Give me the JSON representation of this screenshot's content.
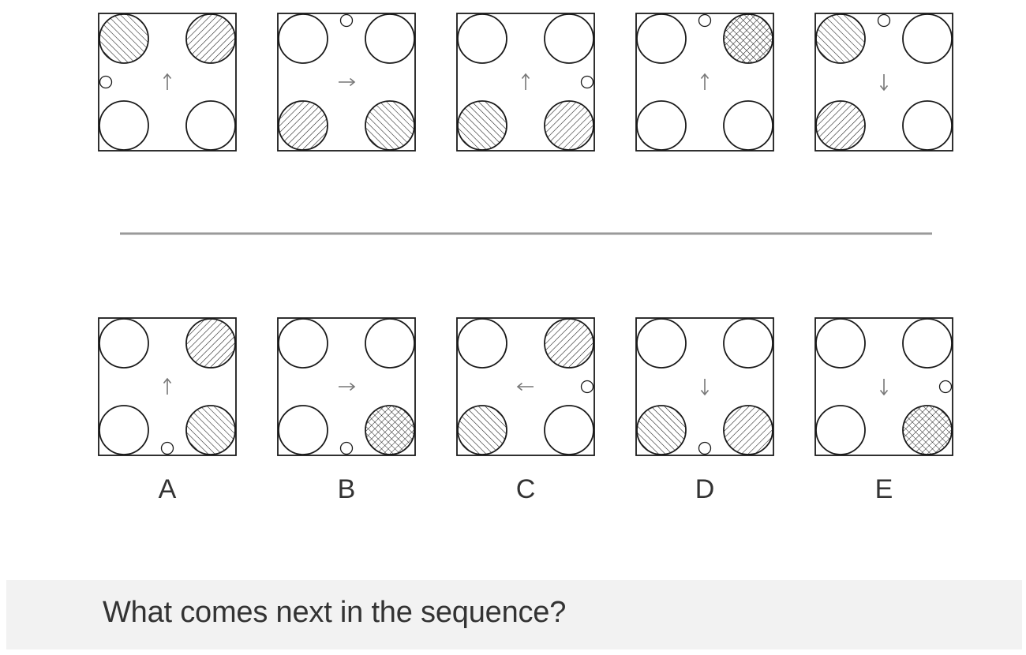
{
  "puzzle": {
    "question": "What comes next in the sequence?",
    "colors": {
      "stroke": "#1a1a1a",
      "arrow": "#777777",
      "divider": "#9a9a9a",
      "caption_bg": "#f2f2f2",
      "caption_text": "#333333"
    },
    "sequence": [
      {
        "arrow": "up",
        "small_dot": "left",
        "circles": {
          "tl": "hatch-back",
          "tr": "hatch-fwd",
          "bl": "empty",
          "br": "empty"
        }
      },
      {
        "arrow": "right",
        "small_dot": "top",
        "circles": {
          "tl": "empty",
          "tr": "empty",
          "bl": "hatch-fwd",
          "br": "hatch-back"
        }
      },
      {
        "arrow": "up",
        "small_dot": "right",
        "circles": {
          "tl": "empty",
          "tr": "empty",
          "bl": "hatch-back",
          "br": "hatch-fwd"
        }
      },
      {
        "arrow": "up",
        "small_dot": "top",
        "circles": {
          "tl": "empty",
          "tr": "crosshatch",
          "bl": "empty",
          "br": "empty"
        }
      },
      {
        "arrow": "down",
        "small_dot": "top",
        "circles": {
          "tl": "hatch-back",
          "tr": "empty",
          "bl": "hatch-fwd",
          "br": "empty"
        }
      }
    ],
    "options": [
      {
        "label": "A",
        "arrow": "up",
        "small_dot": "bottom",
        "circles": {
          "tl": "empty",
          "tr": "hatch-fwd",
          "bl": "empty",
          "br": "hatch-back"
        }
      },
      {
        "label": "B",
        "arrow": "right",
        "small_dot": "bottom",
        "circles": {
          "tl": "empty",
          "tr": "empty",
          "bl": "empty",
          "br": "crosshatch"
        }
      },
      {
        "label": "C",
        "arrow": "left",
        "small_dot": "right",
        "circles": {
          "tl": "empty",
          "tr": "hatch-fwd",
          "bl": "hatch-back",
          "br": "empty"
        }
      },
      {
        "label": "D",
        "arrow": "down",
        "small_dot": "bottom",
        "circles": {
          "tl": "empty",
          "tr": "empty",
          "bl": "hatch-back",
          "br": "hatch-fwd"
        }
      },
      {
        "label": "E",
        "arrow": "down",
        "small_dot": "right",
        "circles": {
          "tl": "empty",
          "tr": "empty",
          "bl": "empty",
          "br": "crosshatch"
        }
      }
    ]
  }
}
